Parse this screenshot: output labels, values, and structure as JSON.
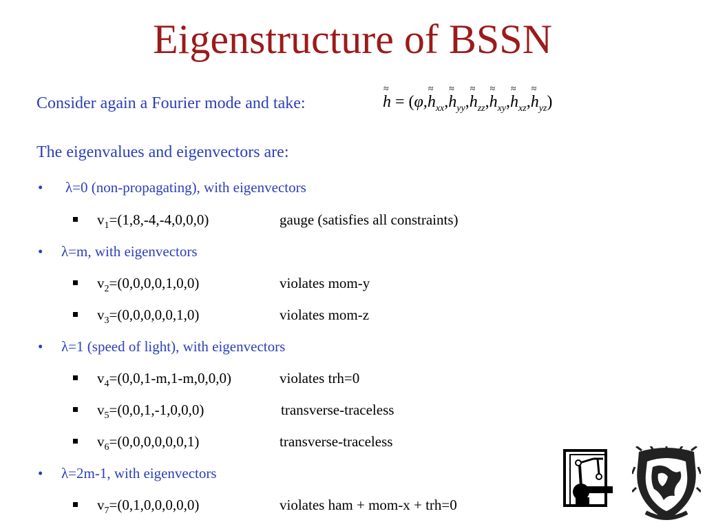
{
  "slide": {
    "title": "Eigenstructure of BSSN",
    "intro_line": "Consider again a Fourier mode and take:",
    "eig_line": "The eigenvalues and eigenvectors are:",
    "formula": {
      "lhs": "h",
      "equals": "= (",
      "phi": "φ,",
      "components": [
        "xx",
        "yy",
        "zz",
        "xy",
        "xz",
        "yz"
      ],
      "close": ")"
    },
    "bullets": [
      {
        "symbol": "•",
        "text": "λ=0 (non-propagating), with eigenvectors",
        "items": [
          {
            "v": "v",
            "idx": "1",
            "vec": "=(1,8,-4,-4,0,0,0)",
            "note": "gauge (satisfies all constraints)"
          }
        ]
      },
      {
        "symbol": "•",
        "text": "λ=m, with eigenvectors",
        "items": [
          {
            "v": "v",
            "idx": "2",
            "vec": "=(0,0,0,0,1,0,0)",
            "note": "violates mom-y"
          },
          {
            "v": "v",
            "idx": "3",
            "vec": "=(0,0,0,0,0,1,0)",
            "note": "violates mom-z"
          }
        ]
      },
      {
        "symbol": "•",
        "text": "λ=1 (speed of light), with eigenvectors",
        "items": [
          {
            "v": "v",
            "idx": "4",
            "vec": "=(0,0,1-m,1-m,0,0,0)",
            "note": "violates trh=0"
          },
          {
            "v": "v",
            "idx": "5",
            "vec": "=(0,0,1,-1,0,0,0)",
            "note": "transverse-traceless"
          },
          {
            "v": "v",
            "idx": "6",
            "vec": "=(0,0,0,0,0,0,1)",
            "note": "transverse-traceless"
          }
        ]
      },
      {
        "symbol": "•",
        "text": "λ=2m-1, with eigenvectors",
        "items": [
          {
            "v": "v",
            "idx": "7",
            "vec": "=(0,1,0,0,0,0,0)",
            "note": "violates ham + mom-x + trh=0"
          }
        ]
      }
    ],
    "colors": {
      "title": "#9B1B1B",
      "body_accent": "#2B3FB8",
      "text": "#000000"
    }
  }
}
